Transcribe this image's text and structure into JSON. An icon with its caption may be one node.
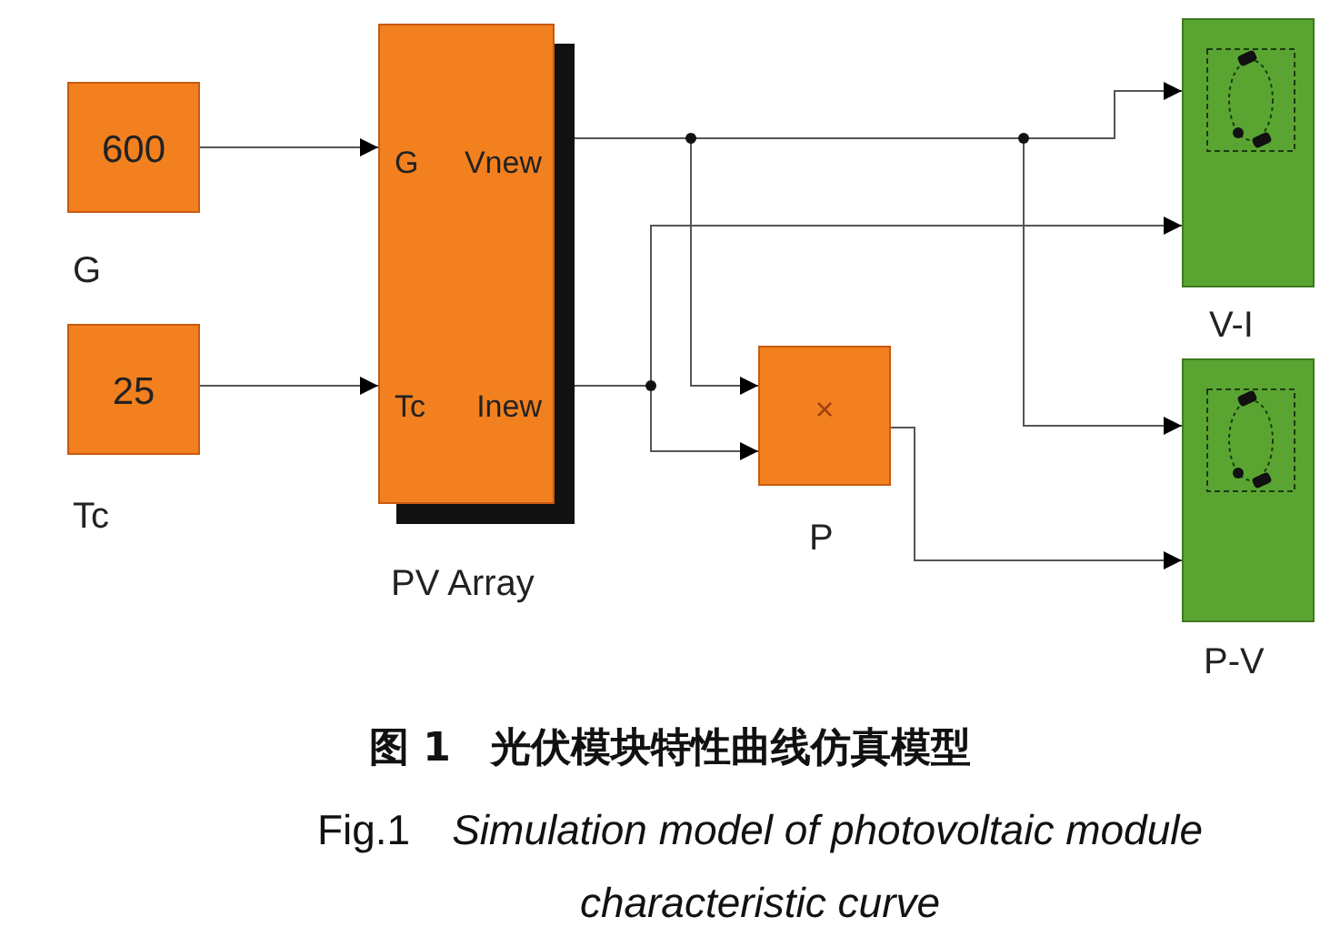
{
  "diagram": {
    "title": "图 1　光伏模块特性曲线仿真模型",
    "caption": "Fig.1　*Simulation model of photovoltaic module characteristic curve*",
    "nodes": [
      {
        "text": [
          "600"
        ],
        "beside": [
          "G"
        ]
      },
      {
        "text": [
          "25"
        ],
        "beside": [
          "Tc"
        ]
      },
      {
        "text": [
          "G",
          "Vnew",
          "Tc",
          "Inew"
        ],
        "beside": [
          "PV Array"
        ]
      },
      {
        "text": [
          "×"
        ],
        "beside": [
          "P"
        ]
      },
      {
        "text": [],
        "shape": "box",
        "beside": [
          "V-I"
        ]
      },
      {
        "text": [],
        "shape": "box",
        "beside": [
          "P-V"
        ]
      }
    ],
    "edges": [
      {
        "from": 0,
        "to": 2,
        "arrow": "to"
      },
      {
        "from": 1,
        "to": 2,
        "arrow": "to"
      },
      {
        "from": 2,
        "to": 4,
        "arrow": "to"
      },
      {
        "from": 2,
        "to": 3,
        "arrow": "to"
      },
      {
        "from": 2,
        "to": 5,
        "arrow": "to"
      },
      {
        "from": 2,
        "to": 4,
        "arrow": "to"
      },
      {
        "from": 2,
        "to": 3,
        "arrow": "to"
      },
      {
        "from": 3,
        "to": 5,
        "arrow": "to"
      }
    ]
  }
}
